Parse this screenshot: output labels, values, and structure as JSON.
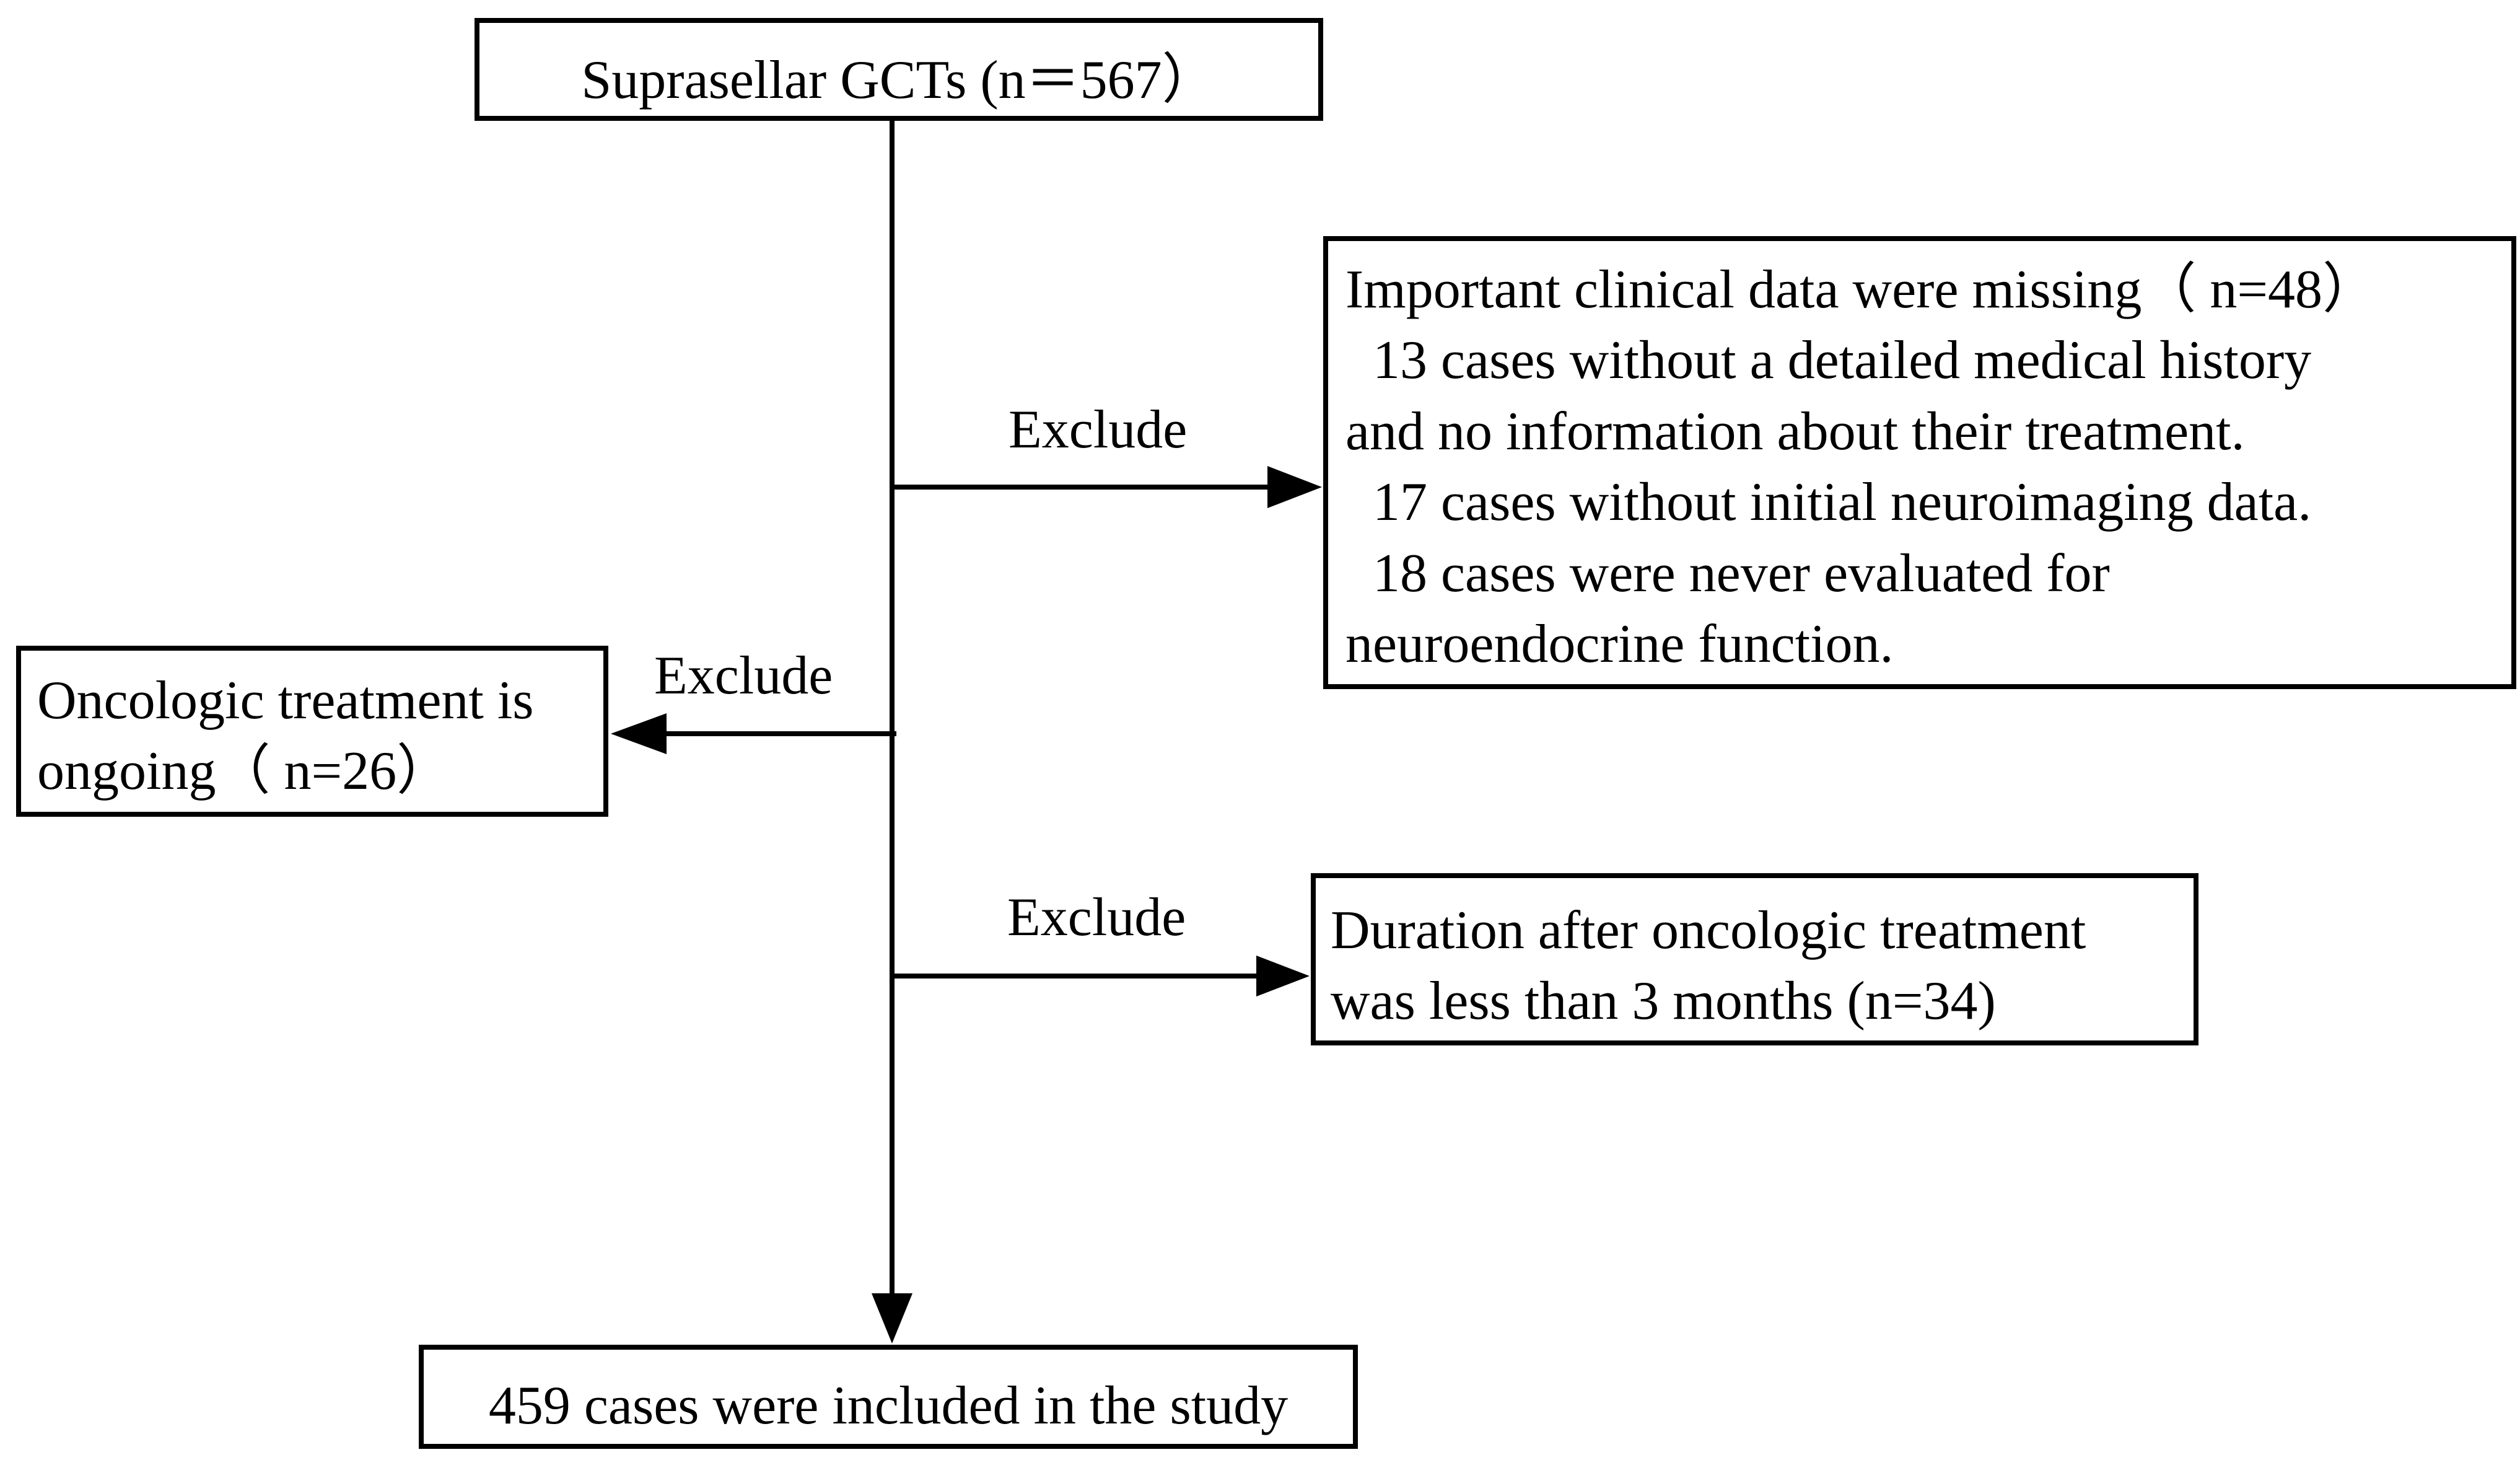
{
  "start_box": {
    "text": "Suprasellar GCTs (n＝567）"
  },
  "missing_box": {
    "lines": [
      "Important clinical data were missing（ n=48）",
      "  13 cases without a detailed medical history",
      "and no information about their treatment.",
      "  17 cases without initial neuroimaging data.",
      "  18 cases were never evaluated for",
      "neuroendocrine function."
    ]
  },
  "ongoing_box": {
    "lines": [
      "Oncologic treatment is",
      "ongoing（ n=26）"
    ]
  },
  "duration_box": {
    "lines": [
      "Duration after oncologic treatment",
      "was less than 3 months (n=34)"
    ]
  },
  "included_box": {
    "text": "459 cases were included in the study"
  },
  "edge_labels": {
    "exclude_missing": "Exclude",
    "exclude_ongoing": "Exclude",
    "exclude_duration": "Exclude"
  }
}
